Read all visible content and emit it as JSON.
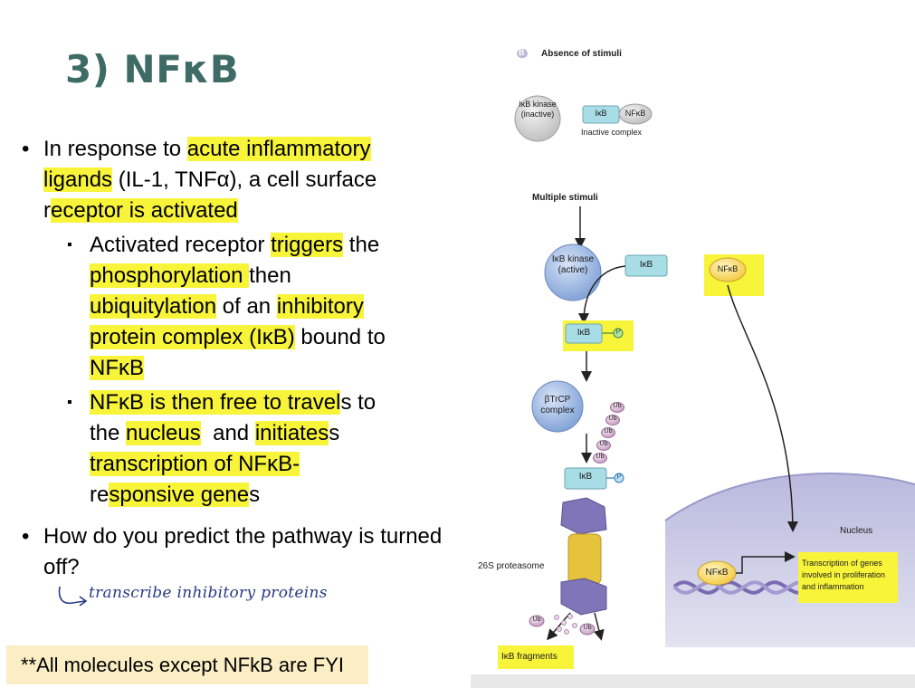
{
  "slide": {
    "title": "3) NFκB",
    "bullets": {
      "b1": {
        "t1": "In response to ",
        "h1": "acute inflammatory",
        "h2": "ligands",
        "t2": " (IL-1, TNFα), a cell surface",
        "t3": "r",
        "h3": "eceptor is activated"
      },
      "sub1": {
        "t1": "Activated receptor ",
        "h1": "triggers",
        "t2": " the",
        "h2": "phosphorylation ",
        "t3": "then",
        "h3": "ubiquitylation",
        "t4": " of an ",
        "h4": "inhibitory",
        "h5": "protein complex (IκB)",
        "t5": " bound to",
        "h6": "NFκB"
      },
      "sub2": {
        "h1": "NFκB is then free to travel",
        "t1": "s to",
        "t2": "the ",
        "h2": "nucleus",
        "t3": "  and ",
        "h3": "initiates",
        "h4": "transcription of NFκB-",
        "t4": "re",
        "h5": "sponsive gene",
        "t5": "s"
      },
      "b2": "How do you predict the pathway is turned off?"
    },
    "handwritten_note": "transcribe  inhibitory  proteins",
    "fyi_note": "**All molecules except NFkB are FYI"
  },
  "diagram": {
    "panel_letter": "B",
    "panel_title": "Absence of stimuli",
    "ikb_kinase_inactive": "IκB kinase (inactive)",
    "inactive_complex_ikb": "IκB",
    "inactive_complex_nfkb": "NFκB",
    "inactive_complex_label": "Inactive complex",
    "multiple_stimuli": "Multiple stimuli",
    "ikb_kinase_active": "IκB kinase (active)",
    "ikb_free": "IκB",
    "nfkb_free": "NFκB",
    "ikb_phosphorylated": "IκB",
    "phospho_tag": "P",
    "btrcp_complex": "βTrCP complex",
    "ub_tag": "Ub",
    "ikb_ubiquitylated": "IκB",
    "proteasome_label": "26S proteasome",
    "ikb_fragments": "IκB fragments",
    "nucleus_label": "Nucleus",
    "nfkb_nuclear": "NFκB",
    "transcription_label": "Transcription of genes involved in proliferation and inflammation",
    "colors": {
      "highlight": "#f7f43a",
      "title": "#3f6b66",
      "kinase_active": "#9fb9e3",
      "ikb_box": "#a9dde6",
      "nfkb": "#ffe27a",
      "nucleus": "#c9c9e6",
      "ubiquitin": "#d7b7d3",
      "fyi_box": "#fbeec4"
    }
  }
}
